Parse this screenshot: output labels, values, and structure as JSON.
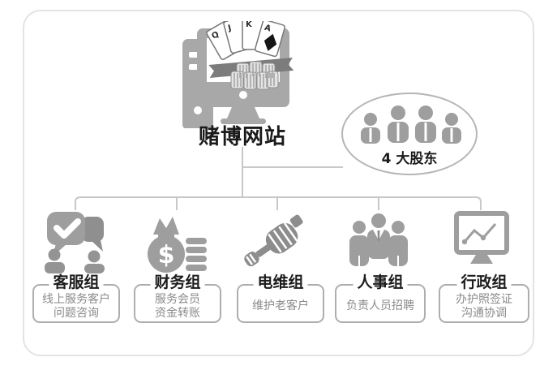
{
  "colors": {
    "icon_gray": "#9e9e9e",
    "dark_gray": "#8a8a8a",
    "connector_line": "#c8c8c8",
    "box_border": "#aeaeae",
    "frame_border": "#e3e3e3",
    "title_text": "#1a1a1a",
    "desc_text": "#8a8a8a",
    "card_black": "#151515"
  },
  "root": {
    "title": "赌博网站",
    "icon": "gambling-computer-icon",
    "card_letters": [
      "Q",
      "J",
      "K",
      "A"
    ]
  },
  "shareholders": {
    "label": "4 大股东",
    "icon": "shareholders-people-icon"
  },
  "groups": [
    {
      "title": "客服组",
      "icon": "chat-bubbles-icon",
      "desc": [
        "线上服务客户",
        "问题咨询"
      ]
    },
    {
      "title": "财务组",
      "icon": "money-bag-icon",
      "icon_glyph": "$",
      "desc": [
        "服务会员",
        "资金转账"
      ]
    },
    {
      "title": "电维组",
      "icon": "hand-screwdriver-icon",
      "desc": [
        "维护老客户"
      ]
    },
    {
      "title": "人事组",
      "icon": "people-group-icon",
      "desc": [
        "负责人员招聘"
      ]
    },
    {
      "title": "行政组",
      "icon": "monitor-chart-icon",
      "desc": [
        "办护照签证",
        "沟通协调"
      ]
    }
  ]
}
